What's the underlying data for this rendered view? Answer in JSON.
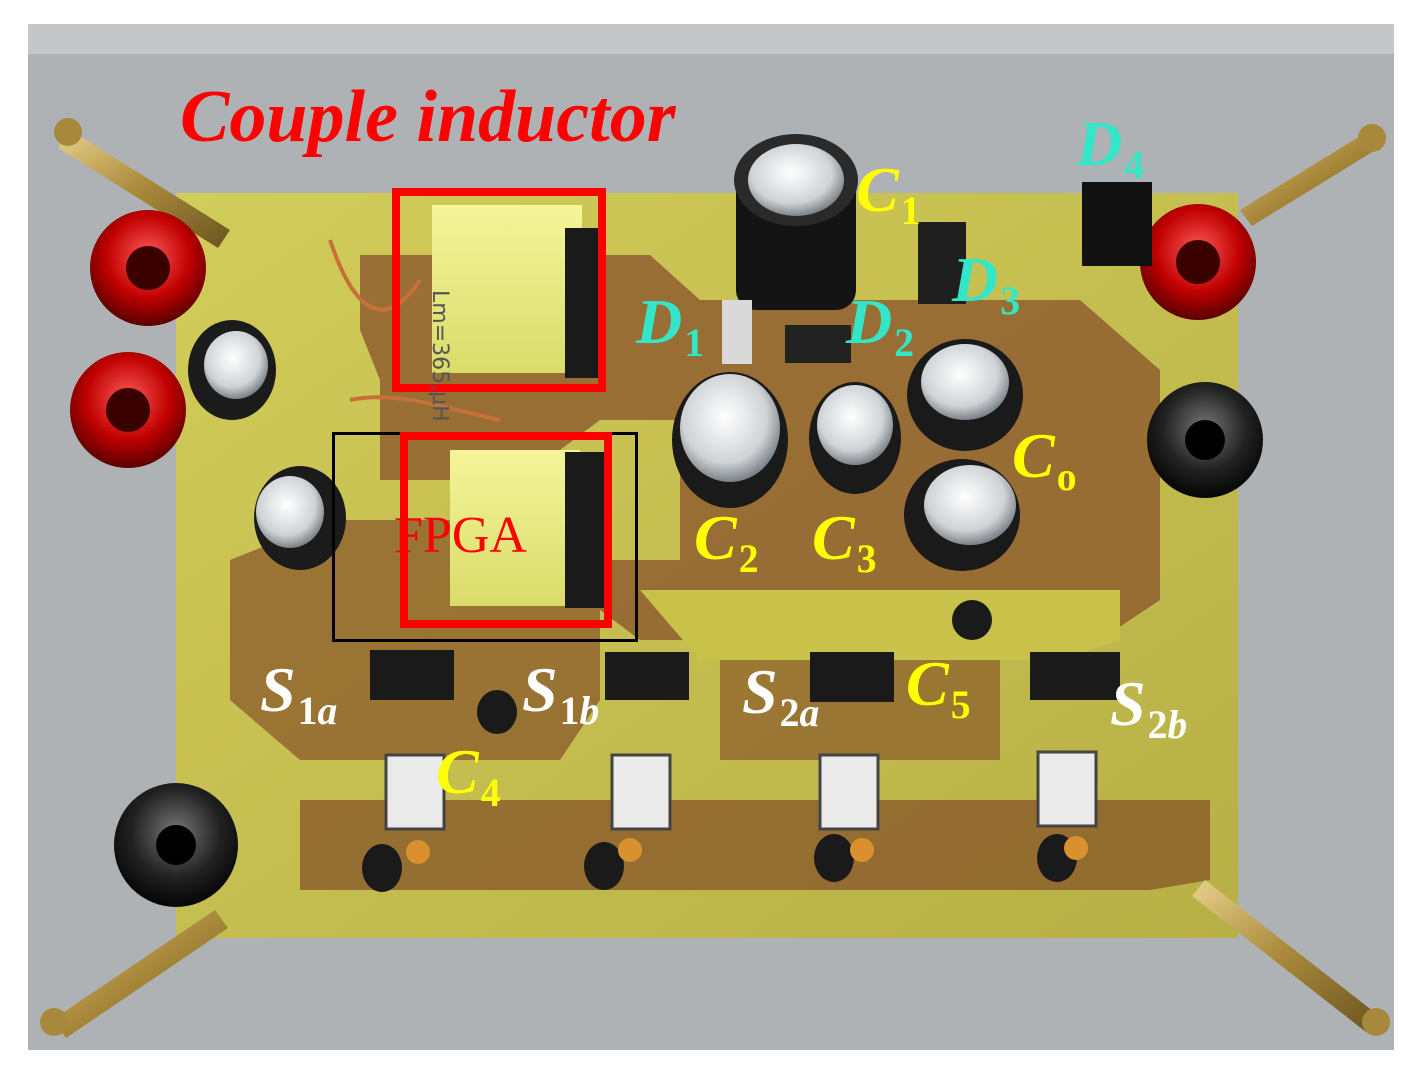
{
  "title": "Couple inductor",
  "inductor_marking": "Lm=365,μH",
  "labels": [
    {
      "id": "C1",
      "main": "C",
      "sub": "1",
      "color": "#ffff00"
    },
    {
      "id": "D4",
      "main": "D",
      "sub": "4",
      "color": "#33e6c8"
    },
    {
      "id": "D1",
      "main": "D",
      "sub": "1",
      "color": "#33e6c8"
    },
    {
      "id": "D2",
      "main": "D",
      "sub": "2",
      "color": "#33e6c8"
    },
    {
      "id": "D3",
      "main": "D",
      "sub": "3",
      "color": "#33e6c8"
    },
    {
      "id": "Co",
      "main": "C",
      "sub": "o",
      "color": "#ffff00"
    },
    {
      "id": "C2",
      "main": "C",
      "sub": "2",
      "color": "#ffff00"
    },
    {
      "id": "C3",
      "main": "C",
      "sub": "3",
      "color": "#ffff00"
    },
    {
      "id": "S1a",
      "main": "S",
      "sub_num": "1",
      "sub_let": "a",
      "color": "#ffffff"
    },
    {
      "id": "S1b",
      "main": "S",
      "sub_num": "1",
      "sub_let": "b",
      "color": "#ffffff"
    },
    {
      "id": "S2a",
      "main": "S",
      "sub_num": "2",
      "sub_let": "a",
      "color": "#ffffff"
    },
    {
      "id": "C5",
      "main": "C",
      "sub": "5",
      "color": "#ffff00"
    },
    {
      "id": "S2b",
      "main": "S",
      "sub_num": "2",
      "sub_let": "b",
      "color": "#ffffff"
    },
    {
      "id": "C4",
      "main": "C",
      "sub": "4",
      "color": "#ffff00"
    }
  ],
  "fpga_label": "FPGA",
  "colors": {
    "title": "#ff0000",
    "highlight_box": "#ff0000",
    "fpga_box": "#000000",
    "fpga_text": "#ff0000",
    "board": "#c8c24a",
    "copper": "#8a5a2a"
  }
}
